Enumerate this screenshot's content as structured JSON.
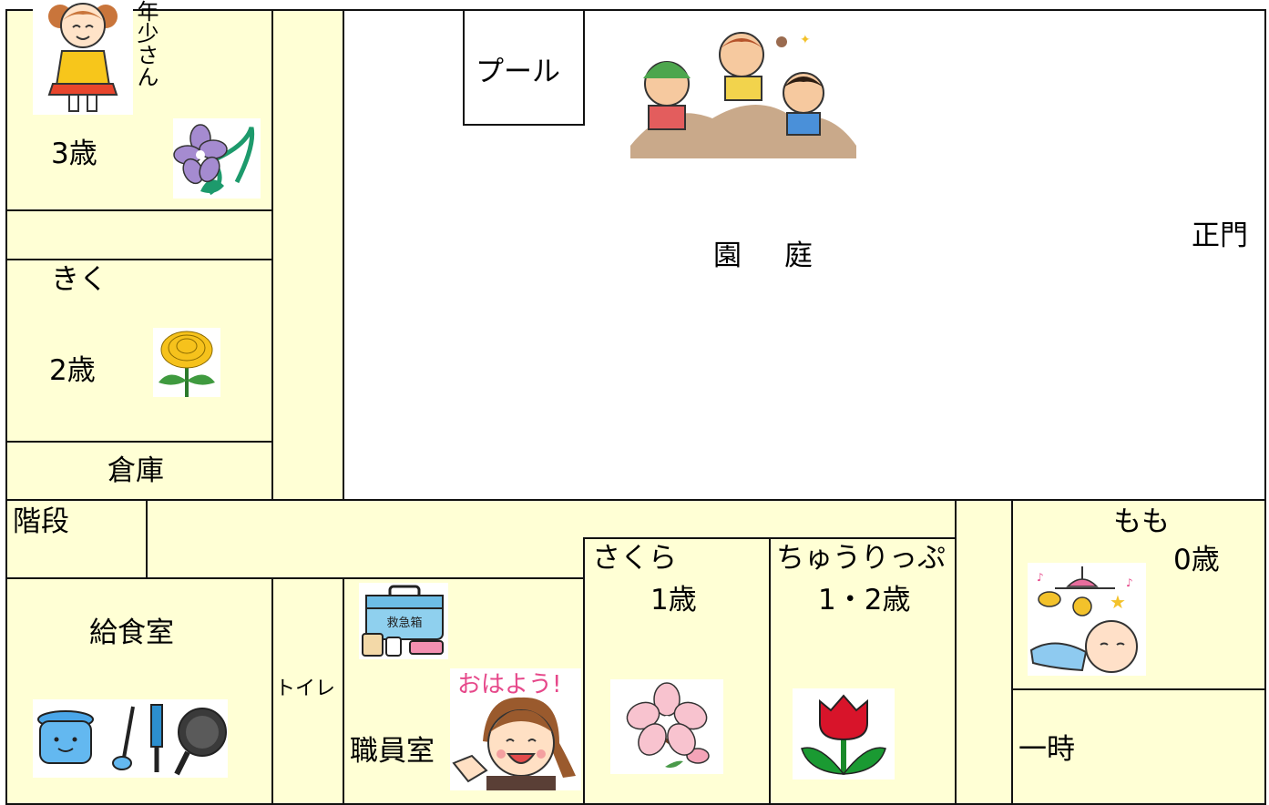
{
  "map": {
    "garden": {
      "label": "園　庭"
    },
    "pool": {
      "label": "プール"
    },
    "main_gate": {
      "label": "正門"
    },
    "nensho": {
      "badge": "年少さん",
      "age": "3歳"
    },
    "kiku": {
      "name": "きく",
      "age": "2歳"
    },
    "storage": {
      "label": "倉庫"
    },
    "stairs": {
      "label": "階段"
    },
    "kitchen": {
      "label": "給食室"
    },
    "toilet": {
      "label": "トイレ"
    },
    "staff_room": {
      "label": "職員室",
      "greeting": "おはよう!",
      "kit_label": "救急箱"
    },
    "sakura": {
      "name": "さくら",
      "age": "1歳"
    },
    "churippu": {
      "name": "ちゅうりっぷ",
      "age": "1・2歳"
    },
    "momo": {
      "name": "もも",
      "age": "0歳"
    },
    "ichiji": {
      "label": "一時"
    }
  },
  "colors": {
    "room_fill": "#ffffd5",
    "border": "#111111",
    "garden_fill": "#ffffff"
  },
  "icons": [
    "girl-illustration",
    "violet-flower-icon",
    "chrysanthemum-icon",
    "kids-sandbox-illustration",
    "cooking-utensils-icon",
    "first-aid-kit-icon",
    "greeting-girl-illustration",
    "cherry-blossom-icon",
    "tulip-icon",
    "baby-mobile-illustration"
  ]
}
